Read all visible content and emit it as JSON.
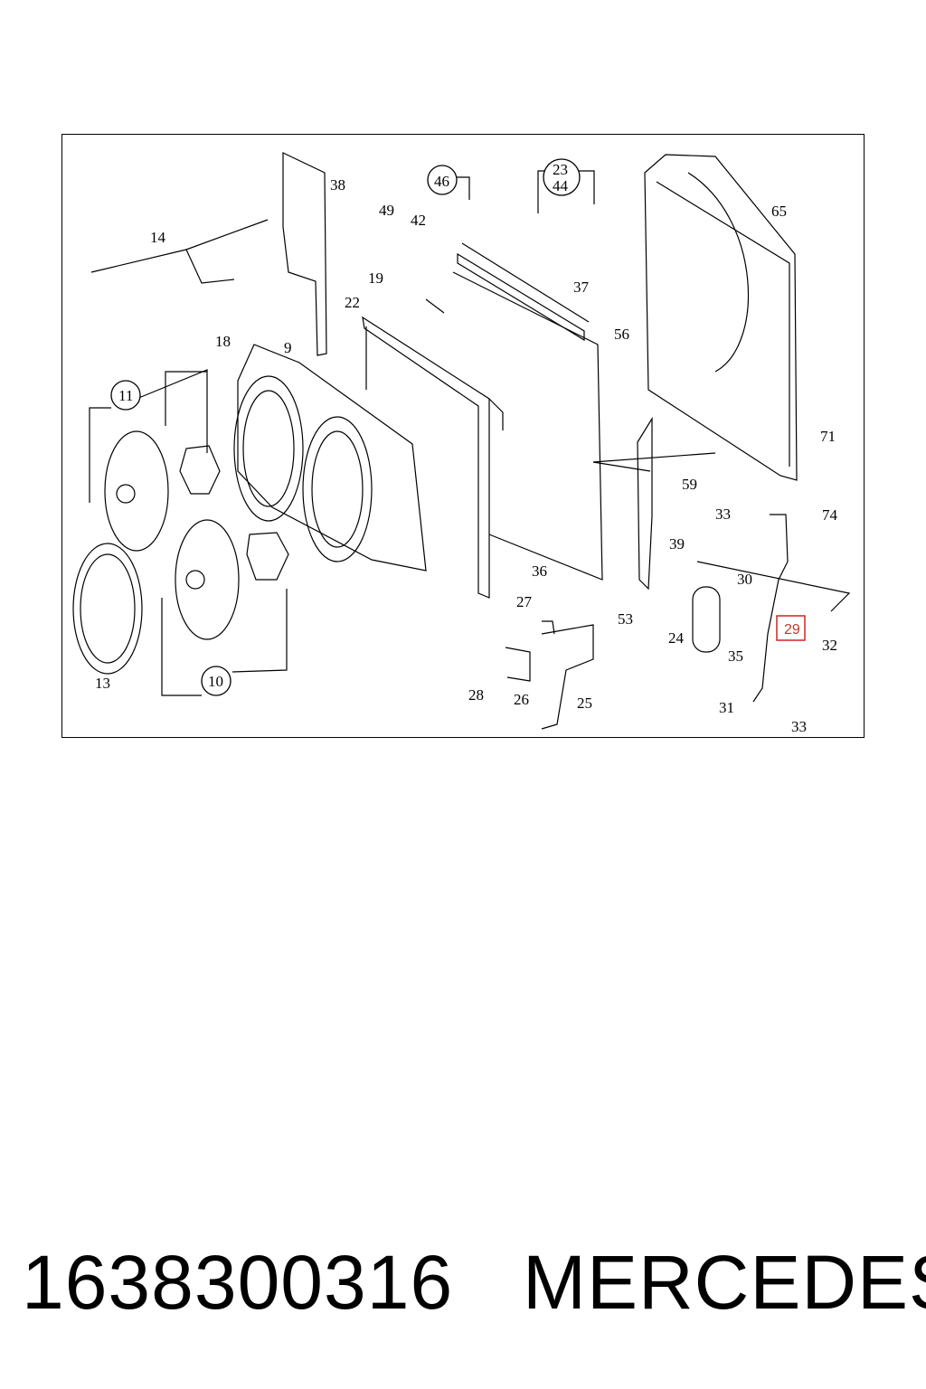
{
  "diagram": {
    "labels": [
      {
        "id": "38",
        "text": "38"
      },
      {
        "id": "46",
        "text": "46"
      },
      {
        "id": "23",
        "text": "23"
      },
      {
        "id": "44",
        "text": "44"
      },
      {
        "id": "65",
        "text": "65"
      },
      {
        "id": "14",
        "text": "14"
      },
      {
        "id": "49",
        "text": "49"
      },
      {
        "id": "42",
        "text": "42"
      },
      {
        "id": "19",
        "text": "19"
      },
      {
        "id": "22",
        "text": "22"
      },
      {
        "id": "37",
        "text": "37"
      },
      {
        "id": "56",
        "text": "56"
      },
      {
        "id": "18",
        "text": "18"
      },
      {
        "id": "9",
        "text": "9"
      },
      {
        "id": "11",
        "text": "11"
      },
      {
        "id": "71",
        "text": "71"
      },
      {
        "id": "59",
        "text": "59"
      },
      {
        "id": "74",
        "text": "74"
      },
      {
        "id": "33a",
        "text": "33"
      },
      {
        "id": "39",
        "text": "39"
      },
      {
        "id": "36",
        "text": "36"
      },
      {
        "id": "30",
        "text": "30"
      },
      {
        "id": "27",
        "text": "27"
      },
      {
        "id": "53",
        "text": "53"
      },
      {
        "id": "24",
        "text": "24"
      },
      {
        "id": "29",
        "text": "29"
      },
      {
        "id": "32",
        "text": "32"
      },
      {
        "id": "35",
        "text": "35"
      },
      {
        "id": "13",
        "text": "13"
      },
      {
        "id": "10",
        "text": "10"
      },
      {
        "id": "28",
        "text": "28"
      },
      {
        "id": "26",
        "text": "26"
      },
      {
        "id": "25",
        "text": "25"
      },
      {
        "id": "31",
        "text": "31"
      },
      {
        "id": "33b",
        "text": "33"
      }
    ],
    "highlight_color": "#d62020"
  },
  "footer": {
    "part_number": "1638300316",
    "brand": "MERCEDES"
  }
}
